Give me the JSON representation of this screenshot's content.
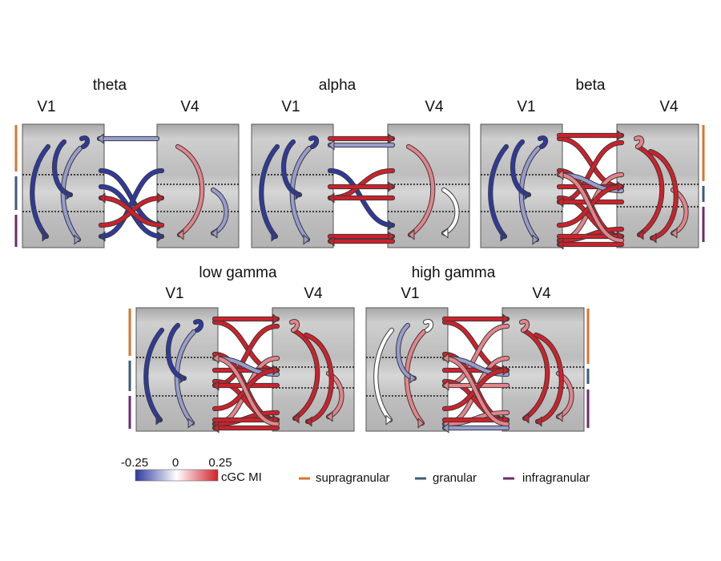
{
  "colors": {
    "supragranular": "#d8752f",
    "granular": "#3e5a7a",
    "infragranular": "#6b2a6b",
    "positive": "#d0202a",
    "negative": "#2e3a9e",
    "neutral": "#ffffff"
  },
  "panels": [
    {
      "id": "theta",
      "title": "theta",
      "left_label": "V1",
      "right_label": "V4"
    },
    {
      "id": "alpha",
      "title": "alpha",
      "left_label": "V1",
      "right_label": "V4"
    },
    {
      "id": "beta",
      "title": "beta",
      "left_label": "V1",
      "right_label": "V4"
    },
    {
      "id": "low-gamma",
      "title": "low gamma",
      "left_label": "V1",
      "right_label": "V4"
    },
    {
      "id": "high-gamma",
      "title": "high gamma",
      "left_label": "V1",
      "right_label": "V4"
    }
  ],
  "colorbar": {
    "min_label": "-0.25",
    "mid_label": "0",
    "max_label": "0.25",
    "label": "cGC MI"
  },
  "layer_legend": {
    "supragranular": "supragranular",
    "granular": "granular",
    "infragranular": "infragranular"
  }
}
